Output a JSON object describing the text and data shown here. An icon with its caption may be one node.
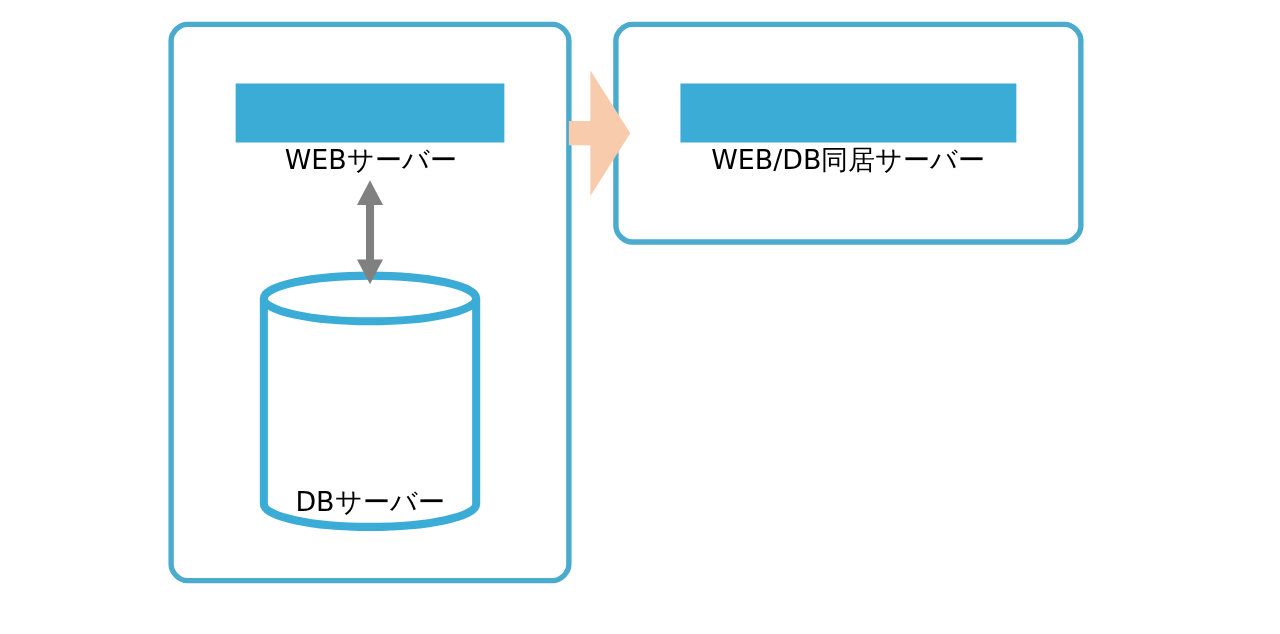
{
  "diagram": {
    "nodes": [
      {
        "text": [],
        "shape": "box"
      },
      {
        "text": [
          "WEBサーバー"
        ],
        "in": 0
      },
      {
        "text": [
          "DBサーバー"
        ],
        "in": 0
      },
      {
        "text": [],
        "shape": "box"
      },
      {
        "text": [
          "WEB/DB同居サーバー"
        ],
        "in": 3
      }
    ],
    "edges": [
      {
        "from": 1,
        "to": 2,
        "arrow": "both",
        "color": "#808080"
      },
      {
        "from": 0,
        "to": 3,
        "arrow": "to",
        "style": "thick",
        "color": "#f8cbad"
      }
    ]
  }
}
